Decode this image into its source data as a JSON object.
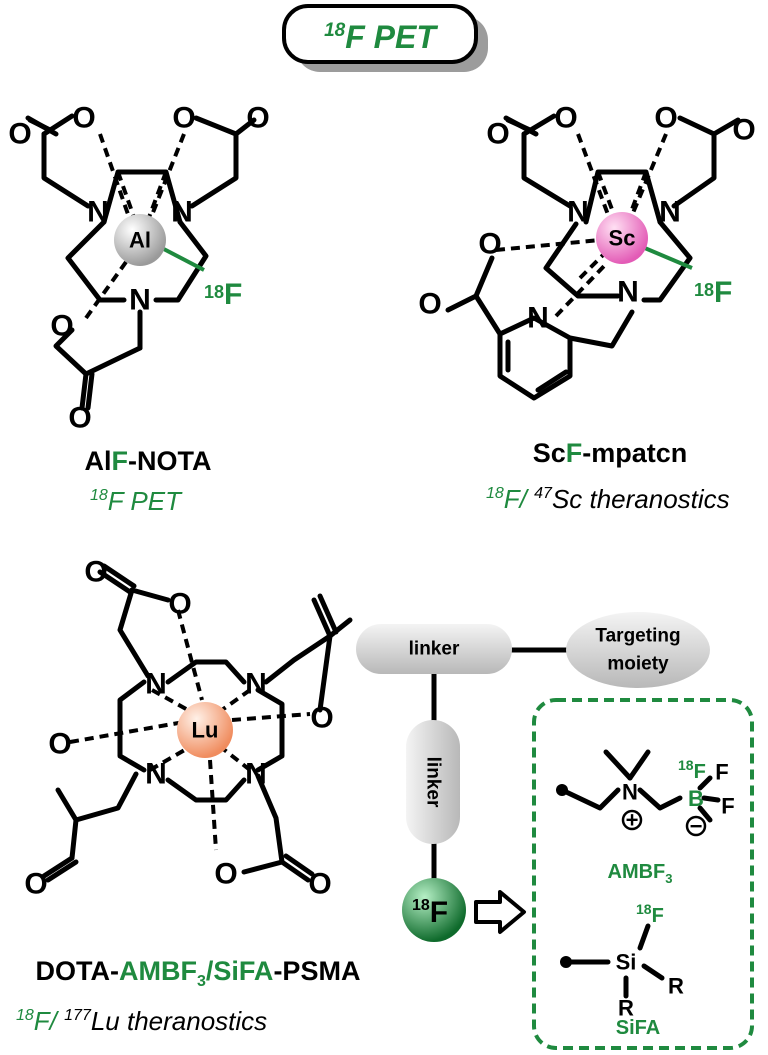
{
  "header": {
    "iso": "18",
    "text": "F PET"
  },
  "alf": {
    "metal": "Al",
    "label_a": "Al",
    "label_f": "F",
    "label_b": "-NOTA",
    "sub_iso": "18",
    "sub_text": "F PET",
    "f_iso": "18",
    "f_sym": "F"
  },
  "scf": {
    "metal": "Sc",
    "label_a": "Sc",
    "label_f": "F",
    "label_b": "-mpatcn",
    "sub_iso1": "18",
    "sub_text1": "F/ ",
    "sub_iso2": "47",
    "sub_text2": "Sc theranostics",
    "f_iso": "18",
    "f_sym": "F"
  },
  "dota": {
    "metal": "Lu",
    "label_a": "DOTA-",
    "label_g1": "AMBF",
    "label_g1_sub": "3",
    "label_slash": "/SiFA",
    "label_b": "-PSMA",
    "sub_iso1": "18",
    "sub_text1": "F/ ",
    "sub_iso2": "177",
    "sub_text2": "Lu theranostics",
    "linker_h": "linker",
    "linker_v": "linker",
    "target_1": "Targeting",
    "target_2": "moiety",
    "f_iso": "18",
    "f_sym": "F"
  },
  "box": {
    "ambf3_label": "AMBF",
    "ambf3_sub": "3",
    "sifa_label": "SiFA",
    "n": "N",
    "b": "B",
    "f": "F",
    "f_iso": "18",
    "si": "Si",
    "r": "R",
    "plus": "+",
    "minus": "−"
  },
  "atoms": {
    "o": "O",
    "n": "N"
  },
  "colors": {
    "green": "#1f8a3f",
    "al": "#c8c8c8",
    "sc": "#ee82c8",
    "lu": "#f5a882",
    "pill": "#d9d9d9"
  }
}
